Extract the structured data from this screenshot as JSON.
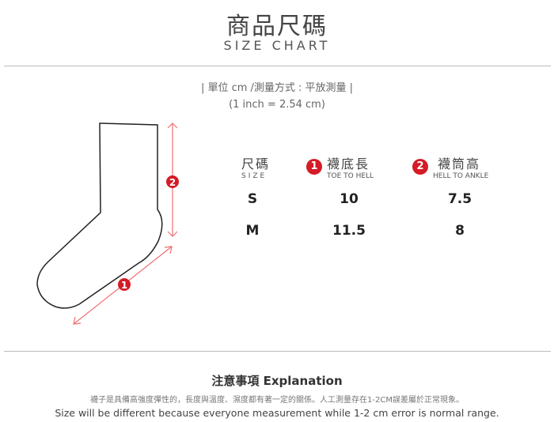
{
  "header": {
    "title": "商品尺碼",
    "subtitle": "SIZE CHART"
  },
  "measure": {
    "unit_text": "| 單位 cm /測量方式 : 平放測量 |",
    "inch_text": "(1 inch = 2.54 cm)"
  },
  "table": {
    "columns": [
      {
        "cn": "尺碼",
        "en": "SIZE"
      },
      {
        "badge": "1",
        "cn": "襪底長",
        "en": "TOE TO HELL"
      },
      {
        "badge": "2",
        "cn": "襪筒高",
        "en": "HELL TO ANKLE"
      }
    ],
    "rows": [
      {
        "size": "S",
        "toe_to_heel": "10",
        "heel_to_ankle": "7.5"
      },
      {
        "size": "M",
        "toe_to_heel": "11.5",
        "heel_to_ankle": "8"
      }
    ]
  },
  "diagram": {
    "badge1": "1",
    "badge2": "2",
    "accent": "#d41c26",
    "arrow_color": "#f07070"
  },
  "notes": {
    "title": "注意事項 Explanation",
    "cn": "襪子是具備高強度彈性的，長度與溫度、濕度都有著一定的關係。人工測量存在1-2CM誤差屬於正常現象。",
    "en": "Size will be different because everyone measurement while 1-2 cm error is normal range."
  }
}
